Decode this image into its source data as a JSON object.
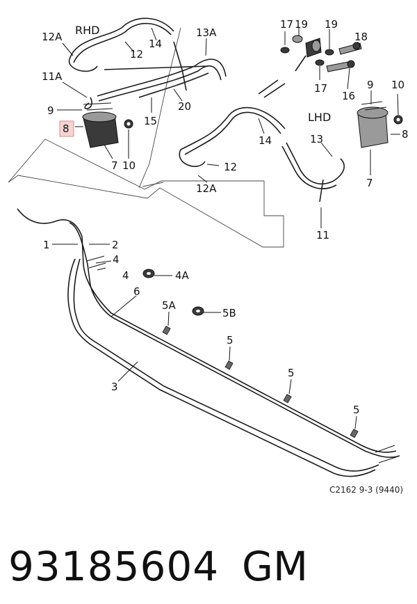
{
  "regions": {
    "rhd": "RHD",
    "lhd": "LHD"
  },
  "callouts": {
    "c12a_top": "12A",
    "c12_top": "12",
    "c14_top": "14",
    "c13a": "13A",
    "c11a": "11A",
    "c9_left": "9",
    "c8_left": "8",
    "c7_left": "7",
    "c10_left": "10",
    "c15": "15",
    "c20": "20",
    "c14_mid": "14",
    "c12_mid": "12",
    "c12a_mid": "12A",
    "c17_top": "17",
    "c19_a": "19",
    "c19_b": "19",
    "c18": "18",
    "c17_bot": "17",
    "c16": "16",
    "c9_right": "9",
    "c10_right": "10",
    "c8_right": "8",
    "c7_right": "7",
    "c13": "13",
    "c11": "11",
    "c1": "1",
    "c2": "2",
    "c4_a": "4",
    "c4_b": "4",
    "c4a": "4A",
    "c6": "6",
    "c5a": "5A",
    "c5b": "5B",
    "c5_a": "5",
    "c5_b": "5",
    "c5_c": "5",
    "c3": "3"
  },
  "diagram_code": "C2162 9-3 (9440)",
  "part_number": "93185604",
  "brand": "GM",
  "colors": {
    "highlight": "#f6d4d4",
    "ink": "#111111"
  }
}
